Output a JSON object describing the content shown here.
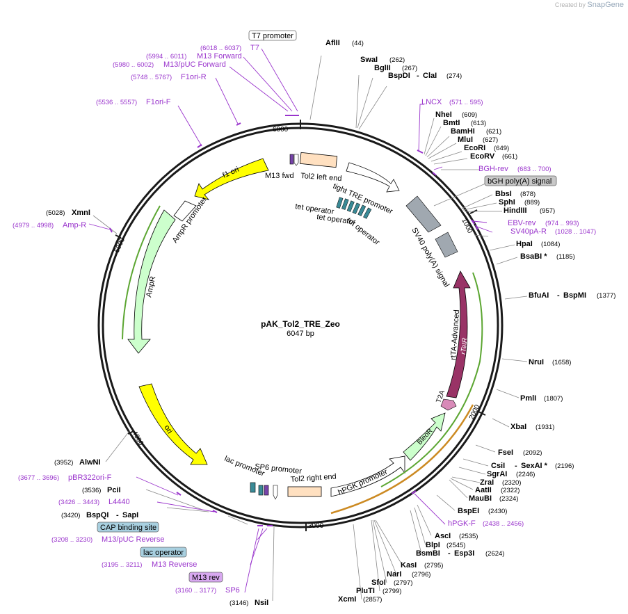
{
  "watermark": {
    "prefix": "Created by",
    "brand": "SnapGene"
  },
  "plasmid": {
    "name": "pAK_Tol2_TRE_Zeo",
    "size_label": "6047 bp",
    "total": 6047
  },
  "ticks": [
    "1000",
    "2000",
    "3000",
    "4000",
    "5000",
    "6000"
  ],
  "features": [
    {
      "label": "f1 ori",
      "color": "#ffff00"
    },
    {
      "label": "AmpR promoter",
      "color": "#ffffff"
    },
    {
      "label": "AmpR",
      "color": "#ccffcc"
    },
    {
      "label": "ori",
      "color": "#ffff00"
    },
    {
      "label": "lac promoter",
      "color": "#ffffff"
    },
    {
      "label": "SP6 promoter",
      "color": "#ffffff"
    },
    {
      "label": "Tol2 right end",
      "color": "#ffe0c0"
    },
    {
      "label": "hPGK promoter",
      "color": "#ffffff"
    },
    {
      "label": "BleoR",
      "color": "#ccffcc"
    },
    {
      "label": "T2A",
      "color": "#d88ab8"
    },
    {
      "label": "rtTA-Advanced",
      "color": "#993366"
    },
    {
      "label": "rTetR",
      "color": "#ffffff"
    },
    {
      "label": "SV40 poly(A) signal",
      "color": "#a0a8b0"
    },
    {
      "label": "tight TRE promoter",
      "color": "#ffffff"
    },
    {
      "label": "tet operator",
      "color": "#3a8a96"
    },
    {
      "label": "Tol2 left end",
      "color": "#ffe0c0"
    },
    {
      "label": "M13 fwd",
      "color": "#7744aa"
    }
  ],
  "inner_labels": {
    "tet_operator_1": "tet operator",
    "tet_operator_2": "tet operator",
    "tet_operator_3": "tet operator"
  },
  "enzymes_top_right": [
    {
      "name": "AflII",
      "pos": "(44)"
    },
    {
      "name": "SwaI",
      "pos": "(262)"
    },
    {
      "name": "BglII",
      "pos": "(267)"
    },
    {
      "name": "BspDI",
      "sep": " - ",
      "name2": "ClaI",
      "pos": "(274)"
    },
    {
      "name": "NheI",
      "pos": "(609)"
    },
    {
      "name": "BmtI",
      "pos": "(613)"
    },
    {
      "name": "BamHI",
      "pos": "(621)"
    },
    {
      "name": "MluI",
      "pos": "(627)"
    },
    {
      "name": "EcoRI",
      "pos": "(649)"
    },
    {
      "name": "EcoRV",
      "pos": "(661)"
    },
    {
      "name": "BbsI",
      "pos": "(878)"
    },
    {
      "name": "SphI",
      "pos": "(889)"
    },
    {
      "name": "HindIII",
      "pos": "(957)"
    },
    {
      "name": "HpaI",
      "pos": "(1084)"
    },
    {
      "name": "BsaBI *",
      "pos": "(1185)"
    },
    {
      "name": "BfuAI",
      "sep": " - ",
      "name2": "BspMI",
      "pos": "(1377)"
    },
    {
      "name": "NruI",
      "pos": "(1658)"
    },
    {
      "name": "PmlI",
      "pos": "(1807)"
    },
    {
      "name": "XbaI",
      "pos": "(1931)"
    },
    {
      "name": "FseI",
      "pos": "(2092)"
    },
    {
      "name": "CsiI",
      "sep": " - ",
      "name2": "SexAI *",
      "pos": "(2196)"
    },
    {
      "name": "SgrAI",
      "pos": "(2246)"
    },
    {
      "name": "ZraI",
      "pos": "(2320)"
    },
    {
      "name": "AatII",
      "pos": "(2322)"
    },
    {
      "name": "MauBI",
      "pos": "(2324)"
    },
    {
      "name": "BspEI",
      "pos": "(2430)"
    },
    {
      "name": "AscI",
      "pos": "(2535)"
    },
    {
      "name": "BlpI",
      "pos": "(2545)"
    },
    {
      "name": "BsmBI",
      "sep": " - ",
      "name2": "Esp3I",
      "pos": "(2624)"
    },
    {
      "name": "KasI",
      "pos": "(2795)"
    },
    {
      "name": "NarI",
      "pos": "(2796)"
    },
    {
      "name": "SfoI",
      "pos": "(2797)"
    },
    {
      "name": "PluTI",
      "pos": "(2799)"
    },
    {
      "name": "XcmI",
      "pos": "(2857)"
    },
    {
      "name": "NsiI",
      "pos": "(3146)"
    },
    {
      "name": "BspQI",
      "sep": " - ",
      "name2": "SapI",
      "pos": "(3420)"
    },
    {
      "name": "PciI",
      "pos": "(3536)"
    },
    {
      "name": "AlwNI",
      "pos": "(3952)"
    },
    {
      "name": "XmnI",
      "pos": "(5028)"
    }
  ],
  "primers": [
    {
      "name": "T7",
      "range": "(6018 .. 6037)"
    },
    {
      "name": "M13 Forward",
      "range": "(5994 .. 6011)"
    },
    {
      "name": "M13/pUC Forward",
      "range": "(5980 .. 6002)"
    },
    {
      "name": "F1ori-R",
      "range": "(5748 .. 5767)"
    },
    {
      "name": "F1ori-F",
      "range": "(5536 .. 5557)"
    },
    {
      "name": "LNCX",
      "range": "(571 .. 595)"
    },
    {
      "name": "BGH-rev",
      "range": "(683 .. 700)"
    },
    {
      "name": "EBV-rev",
      "range": "(974 .. 993)"
    },
    {
      "name": "SV40pA-R",
      "range": "(1028 .. 1047)"
    },
    {
      "name": "hPGK-F",
      "range": "(2438 .. 2456)"
    },
    {
      "name": "SP6",
      "range": "(3160 .. 3177)"
    },
    {
      "name": "M13 Reverse",
      "range": "(3195 .. 3211)"
    },
    {
      "name": "M13/pUC Reverse",
      "range": "(3208 .. 3230)"
    },
    {
      "name": "L4440",
      "range": "(3426 .. 3443)"
    },
    {
      "name": "pBR322ori-F",
      "range": "(3677 .. 3696)"
    },
    {
      "name": "Amp-R",
      "range": "(4979 .. 4998)"
    }
  ],
  "boxed_labels": [
    {
      "text": "T7 promoter",
      "fill": "#ffffff"
    },
    {
      "text": "bGH poly(A) signal",
      "fill": "#c8c8c8"
    },
    {
      "text": "CAP binding site",
      "fill": "#a8d0e0"
    },
    {
      "text": "lac operator",
      "fill": "#a8d0e0"
    },
    {
      "text": "M13 rev",
      "fill": "#d8a8f0"
    }
  ],
  "colors": {
    "primer": "#9933cc",
    "enzyme": "#000000",
    "backbone": "#1a1a1a"
  }
}
